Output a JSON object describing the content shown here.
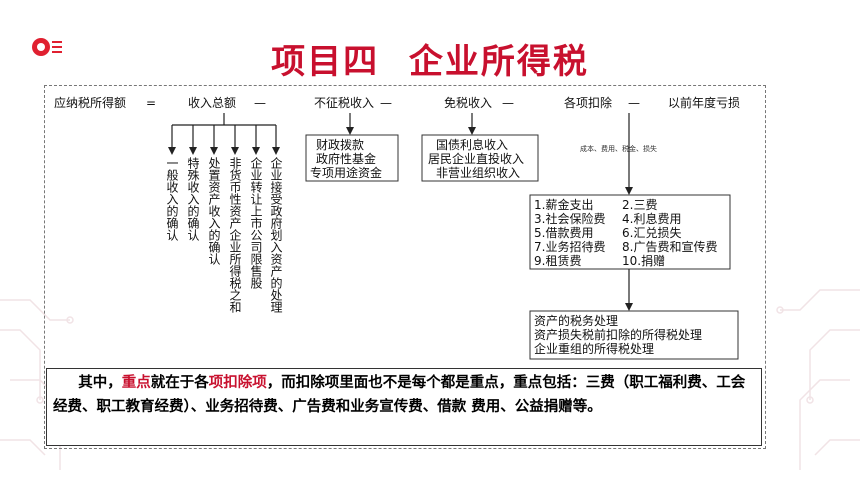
{
  "title": {
    "part1": "项目四",
    "part2": "企业所得税"
  },
  "colors": {
    "accent": "#c8102e",
    "line": "#222222"
  },
  "formula": {
    "lhs": "应纳税所得额",
    "eq": "=",
    "t1": "收入总额",
    "m1": "—",
    "t2": "不征税收入",
    "m2": "—",
    "t3": "免税收入",
    "m3": "—",
    "t4": "各项扣除",
    "m4": "—",
    "t5": "以前年度亏损"
  },
  "income_items": [
    "一般收入的确认",
    "特殊收入的确认",
    "处置资产收入的确认",
    "非货币性资产企业所得税之和",
    "企业转让上市公司限售股",
    "企业接受政府划入资产的处理"
  ],
  "non_taxable_box": [
    "财政拨款",
    "政府性基金",
    "专项用途资金"
  ],
  "tax_exempt_box": [
    "国债利息收入",
    "居民企业直投收入",
    "非营业组织收入"
  ],
  "deduction_note": "成本、费用、税金、损失",
  "deduction_items": [
    "1.薪金支出",
    "2.三费",
    "3.社会保险费",
    "4.利息费用",
    "5.借款费用",
    "6.汇兑损失",
    "7.业务招待费",
    "8.广告费和宣传费",
    "9.租赁费",
    "10.捐赠"
  ],
  "asset_box": [
    "资产的税务处理",
    "资产损失税前扣除的所得税处理",
    "企业重组的所得税处理"
  ],
  "note": {
    "p1": "其中，",
    "p2": "重点",
    "p3": "就在于各",
    "p4": "项扣除项",
    "p5": "，而扣除项里面也不是每个都是重点，重点包括：三费（职工福利费、工会经费、职工教育经费）、业务招待费、广告费和业务宣传费、借款 费用、公益捐赠等。"
  }
}
